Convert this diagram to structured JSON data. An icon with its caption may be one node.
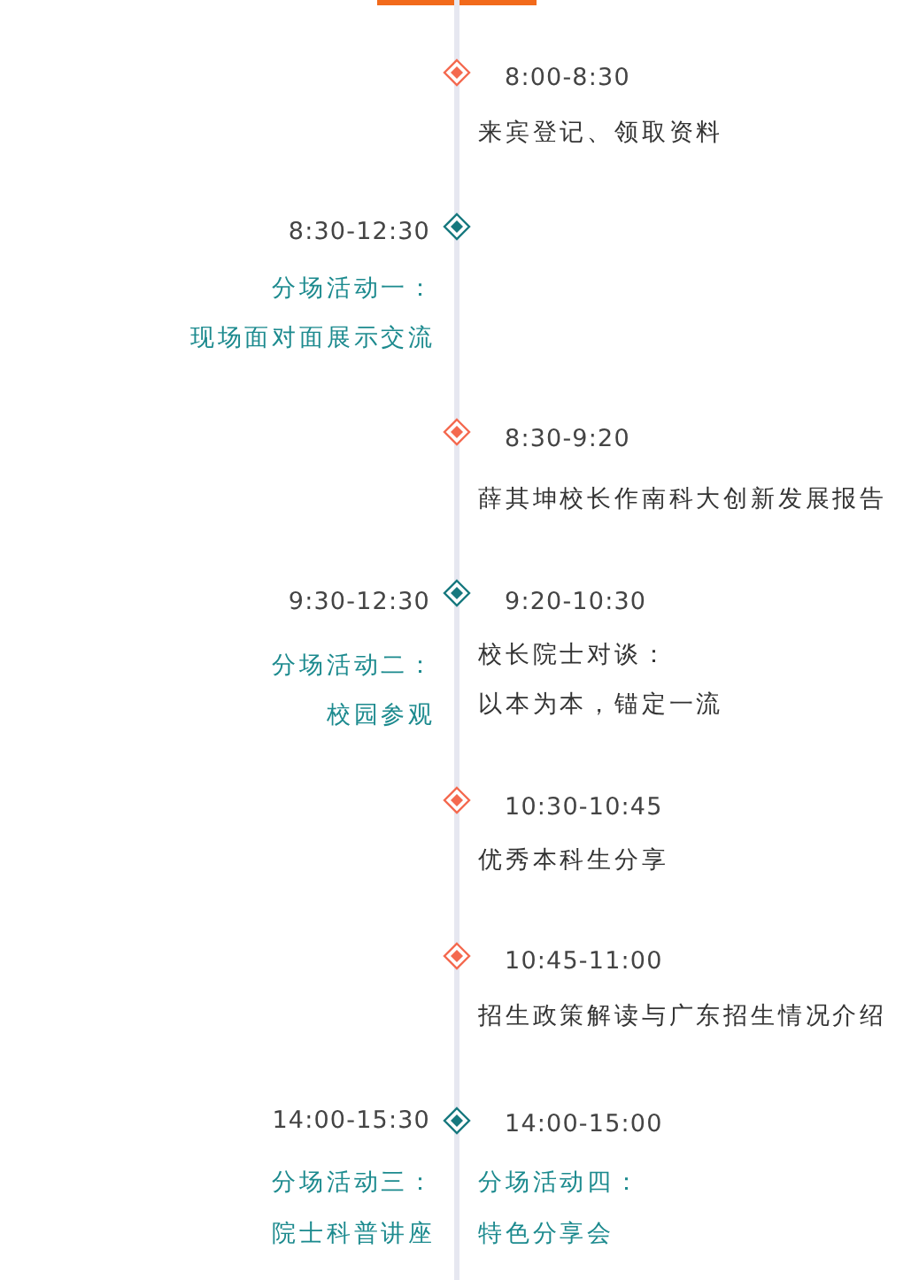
{
  "diagram": {
    "labels": [
      "8:00-8:30",
      "来宾登记、领取资料",
      "8:30-12:30",
      "分场活动一：",
      "现场面对面展示交流",
      "8:30-9:20",
      "薛其坤校长作南科大创新发展报告",
      "9:30-12:30",
      "9:20-10:30",
      "分场活动二：",
      "校长院士对谈：",
      "校园参观",
      "以本为本，锚定一流",
      "10:30-10:45",
      "优秀本科生分享",
      "10:45-11:00",
      "招生政策解读与广东招生情况介绍",
      "14:00-15:30",
      "14:00-15:00",
      "分场活动三：",
      "分场活动四：",
      "院士科普讲座",
      "特色分享会"
    ]
  }
}
